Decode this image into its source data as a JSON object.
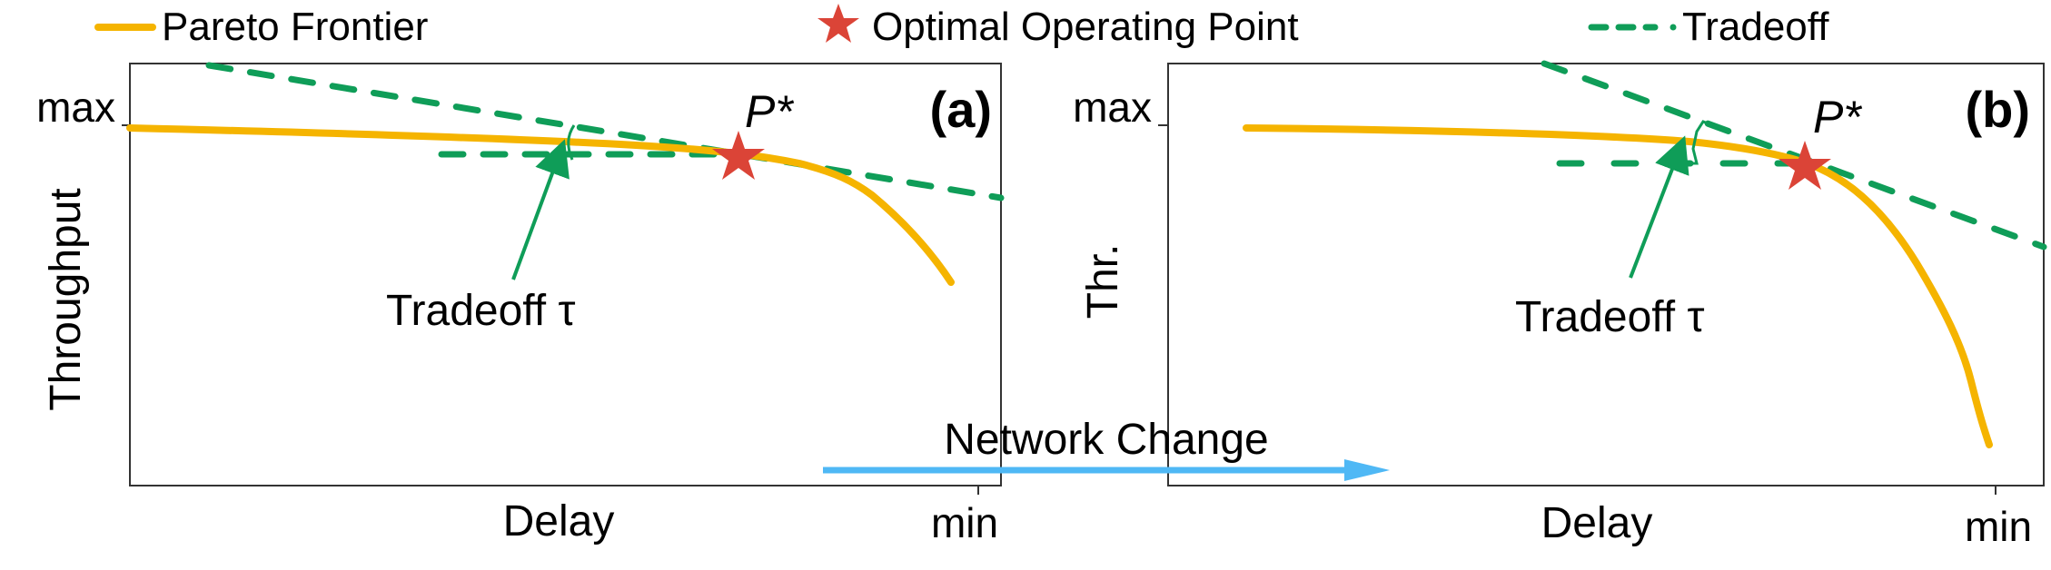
{
  "legend": {
    "items": [
      {
        "label": "Pareto Frontier",
        "marker": "solid-line",
        "color": "#F5B400"
      },
      {
        "label": "Optimal Operating Point",
        "marker": "star",
        "color": "#DB4437"
      },
      {
        "label": "Tradeoff",
        "marker": "dashed-line",
        "color": "#0F9D58"
      }
    ]
  },
  "colors": {
    "pareto": "#F5B400",
    "optimal": "#DB4437",
    "tradeoff": "#0F9D58",
    "network_change": "#4FB8F5",
    "axes": "#333333"
  },
  "panels": [
    {
      "id": "a",
      "panel_label": "(a)",
      "ylabel": "Throughput",
      "xlabel": "Delay",
      "y_tick": "max",
      "x_tick": "min",
      "optimal_label": "P*",
      "annotation": "Tradeoff τ"
    },
    {
      "id": "b",
      "panel_label": "(b)",
      "ylabel": "Thr.",
      "xlabel": "Delay",
      "y_tick": "max",
      "x_tick": "min",
      "optimal_label": "P*",
      "annotation": "Tradeoff τ"
    }
  ],
  "network_change": {
    "label": "Network Change"
  },
  "chart_data": [
    {
      "type": "line",
      "title": "(a)",
      "xlabel": "Delay",
      "ylabel": "Throughput",
      "x_ticks": [
        "min"
      ],
      "y_ticks": [
        "max"
      ],
      "grid": false,
      "legend_position": "top",
      "series": [
        {
          "name": "Pareto Frontier",
          "shape": "concave curve, nearly flat then dropping moderately toward min delay"
        },
        {
          "name": "Tradeoff",
          "shape": "dashed tangent line through P* with shallow slope, plus horizontal dashed reference; angle τ marked"
        }
      ],
      "points": [
        {
          "name": "Optimal Operating Point",
          "label": "P*",
          "x_frac": 0.7,
          "y_frac": 0.92
        }
      ],
      "annotations": [
        "Tradeoff τ",
        "P*",
        "(a)"
      ]
    },
    {
      "type": "line",
      "title": "(b)",
      "xlabel": "Delay",
      "ylabel": "Thr.",
      "x_ticks": [
        "min"
      ],
      "y_ticks": [
        "max"
      ],
      "grid": false,
      "legend_position": "top",
      "series": [
        {
          "name": "Pareto Frontier",
          "shape": "concave curve, flat then dropping steeply toward min delay"
        },
        {
          "name": "Tradeoff",
          "shape": "dashed tangent line through P* with steeper slope, plus horizontal dashed reference; angle τ marked"
        }
      ],
      "points": [
        {
          "name": "Optimal Operating Point",
          "label": "P*",
          "x_frac": 0.73,
          "y_frac": 0.9
        }
      ],
      "annotations": [
        "Tradeoff τ",
        "P*",
        "(b)",
        "Network Change (arrow from a to b)"
      ]
    }
  ]
}
